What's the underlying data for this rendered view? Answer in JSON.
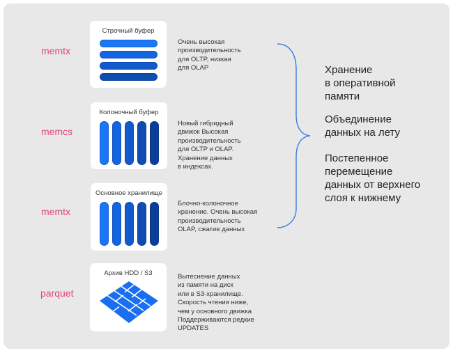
{
  "colors": {
    "panel_bg": "#e8e8e8",
    "card_bg": "#ffffff",
    "engine_label": "#e0457b",
    "bracket": "#3b7ddd",
    "bar_shades": [
      "#1a78f5",
      "#1466e0",
      "#1259cc",
      "#0f4cb4",
      "#0b3f96"
    ],
    "archive_fill": "#1a6ff0"
  },
  "layers": [
    {
      "engine": "memtx",
      "card_title": "Строчный буфер",
      "layout": "rows",
      "description": [
        "Очень высокая",
        "производительность",
        "для OLTP, низкая",
        "для OLAP"
      ]
    },
    {
      "engine": "memcs",
      "card_title": "Колоночный буфер",
      "layout": "columns",
      "description": [
        "Новый гибридный",
        "движок Высокая",
        "производительность",
        "для OLTP и OLAP.",
        "Хранение данных",
        "в индексах."
      ]
    },
    {
      "engine": "memtx",
      "card_title": "Основное хранилище",
      "layout": "columns",
      "description": [
        "Блочно-колоночное",
        "хранение. Очень высокая",
        "производительность",
        "OLAP, сжатие данных"
      ]
    },
    {
      "engine": "parquet",
      "card_title": "Архив HDD / S3",
      "layout": "parquet-tiles",
      "description": [
        "Вытеснение данных",
        "из памяти на диск",
        "или в S3-хранилище.",
        "Скорость чтения ниже,",
        "чем у основного движка",
        "Поддерживаются редкие",
        "UPDATES"
      ]
    }
  ],
  "summary": [
    [
      "Хранение",
      "в оперативной",
      "памяти"
    ],
    [
      "Объединение",
      "данных на лету"
    ],
    [
      "Постепенное",
      "перемещение",
      "данных от верхнего",
      "слоя к нижнему"
    ]
  ]
}
